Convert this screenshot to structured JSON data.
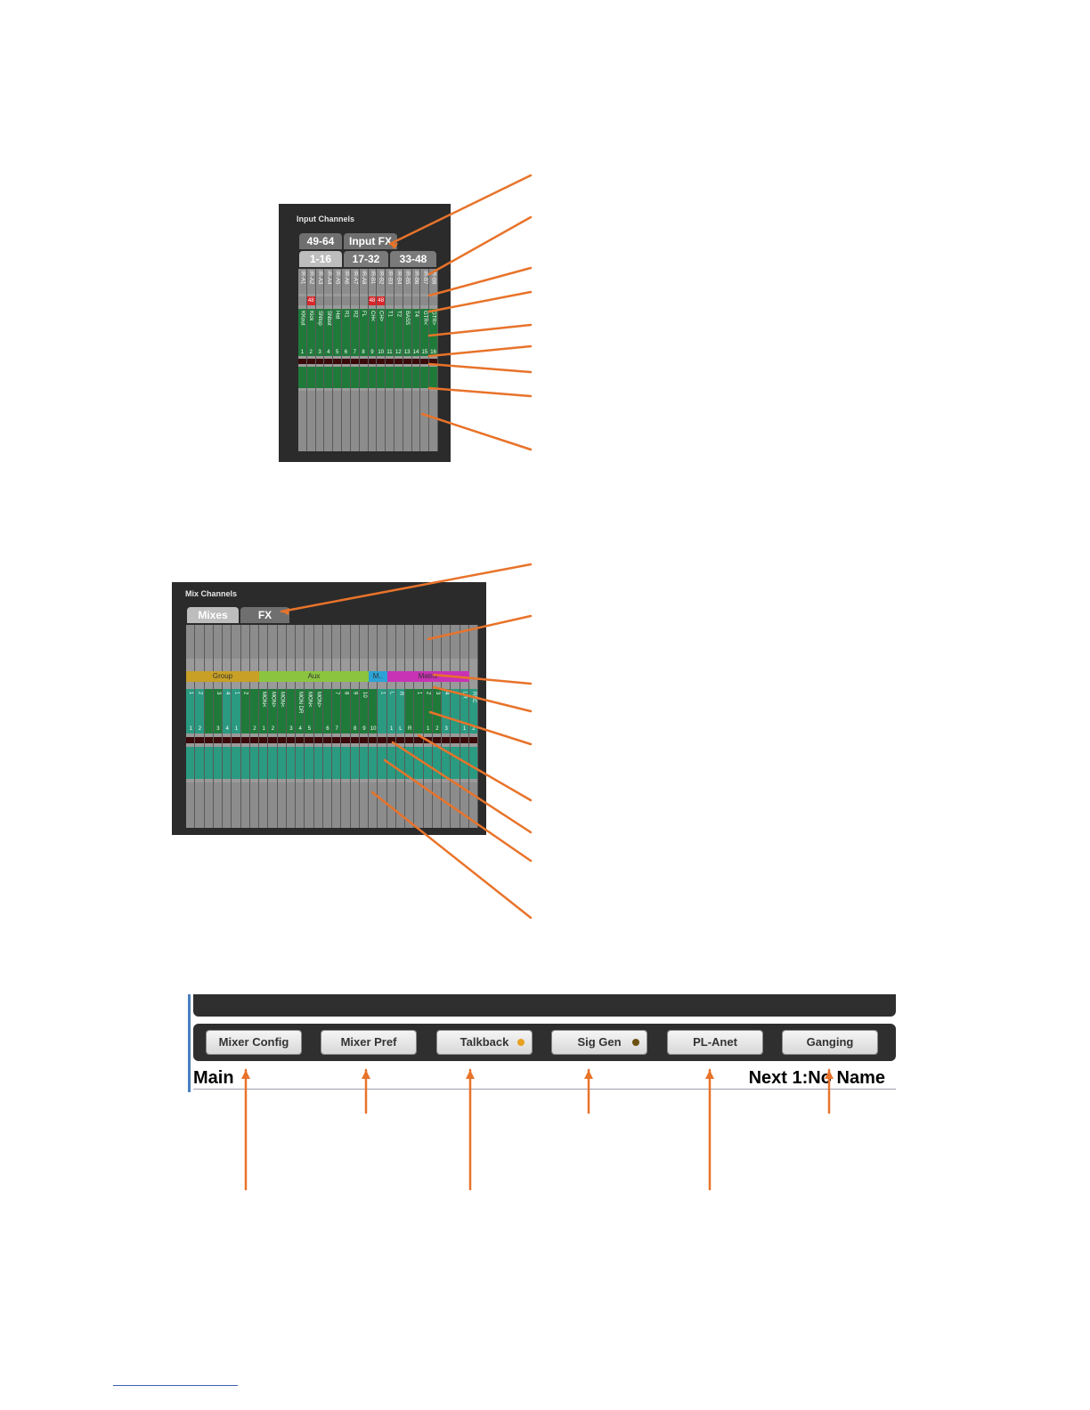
{
  "input_panel": {
    "title": "Input Channels",
    "tabs": [
      "49-64",
      "Input FX",
      "1-16",
      "17-32",
      "33-48"
    ],
    "active_tab": "1-16",
    "names_top": [
      "IR-A1",
      "IR-A2",
      "IR-A3",
      "IR-A4",
      "IR-A5",
      "IR-A6",
      "IR-A7",
      "IR-A8",
      "IR-B1",
      "IR-B2",
      "IR-B3",
      "IR-B4",
      "IR-B5",
      "IR-B6",
      "IR-B7",
      "IR-B8"
    ],
    "names_mid": [
      "KKout",
      "Kick",
      "SNtop",
      "SNbot",
      "Hat",
      "R1",
      "R2",
      "FL",
      "CH<",
      "CH>",
      "T1",
      "T2",
      "BASS",
      "T4",
      "GTR<",
      "GTR>"
    ],
    "numbers": [
      "1",
      "2",
      "3",
      "4",
      "5",
      "6",
      "7",
      "8",
      "9",
      "10",
      "11",
      "12",
      "13",
      "14",
      "15",
      "16"
    ],
    "red_badges": [
      "48",
      "48",
      "48"
    ]
  },
  "mix_panel": {
    "title": "Mix Channels",
    "tabs": [
      "Mixes",
      "FX"
    ],
    "active_tab": "Mixes",
    "categories": [
      "Group",
      "Aux",
      "M..",
      "Matrix"
    ],
    "category_colors": [
      "#c8a025",
      "#8bc53f",
      "#2ba3d6",
      "#c832b4"
    ],
    "names_mid": [
      "1",
      "2",
      "3",
      "4",
      "1",
      "2",
      "MON<",
      "MON>",
      "MON<",
      "MON DR",
      "MON<",
      "MON>",
      "7",
      "8",
      "9",
      "10",
      "1",
      "L",
      "R",
      "1",
      "2",
      "3",
      "4",
      "LR",
      "REC"
    ],
    "numbers": [
      "1",
      "2",
      "3",
      "4",
      "1",
      "2",
      "1",
      "2",
      "3",
      "4",
      "5",
      "6",
      "7",
      "8",
      "9",
      "10",
      "1",
      "L",
      "R",
      "1",
      "2",
      "3",
      "1",
      "2"
    ]
  },
  "bottom_bar": {
    "buttons": [
      {
        "label": "Mixer Config",
        "led": ""
      },
      {
        "label": "Mixer Pref",
        "led": ""
      },
      {
        "label": "Talkback",
        "led": "#e8a020"
      },
      {
        "label": "Sig Gen",
        "led": "#7a5a10"
      },
      {
        "label": "PL-Anet",
        "led": ""
      },
      {
        "label": "Ganging",
        "led": ""
      }
    ],
    "left_label": "Main",
    "right_label": "Next 1:No Name"
  },
  "colors": {
    "accent_orange": "#e8732a",
    "channel_green": "#1f7a3a",
    "mix_teal": "#2a9a80"
  }
}
